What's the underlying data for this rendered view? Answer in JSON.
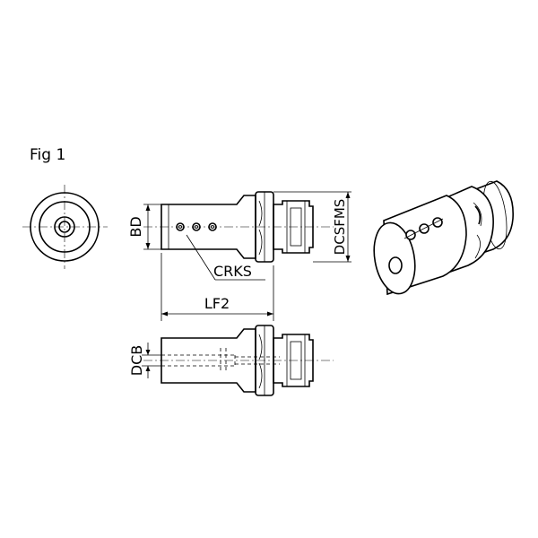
{
  "figure": {
    "title": "Fig 1"
  },
  "dimensions": {
    "bd": "BD",
    "dcsfms": "DCSFMS",
    "crks": "CRKS",
    "lf2": "LF2",
    "dcb": "DCB"
  }
}
